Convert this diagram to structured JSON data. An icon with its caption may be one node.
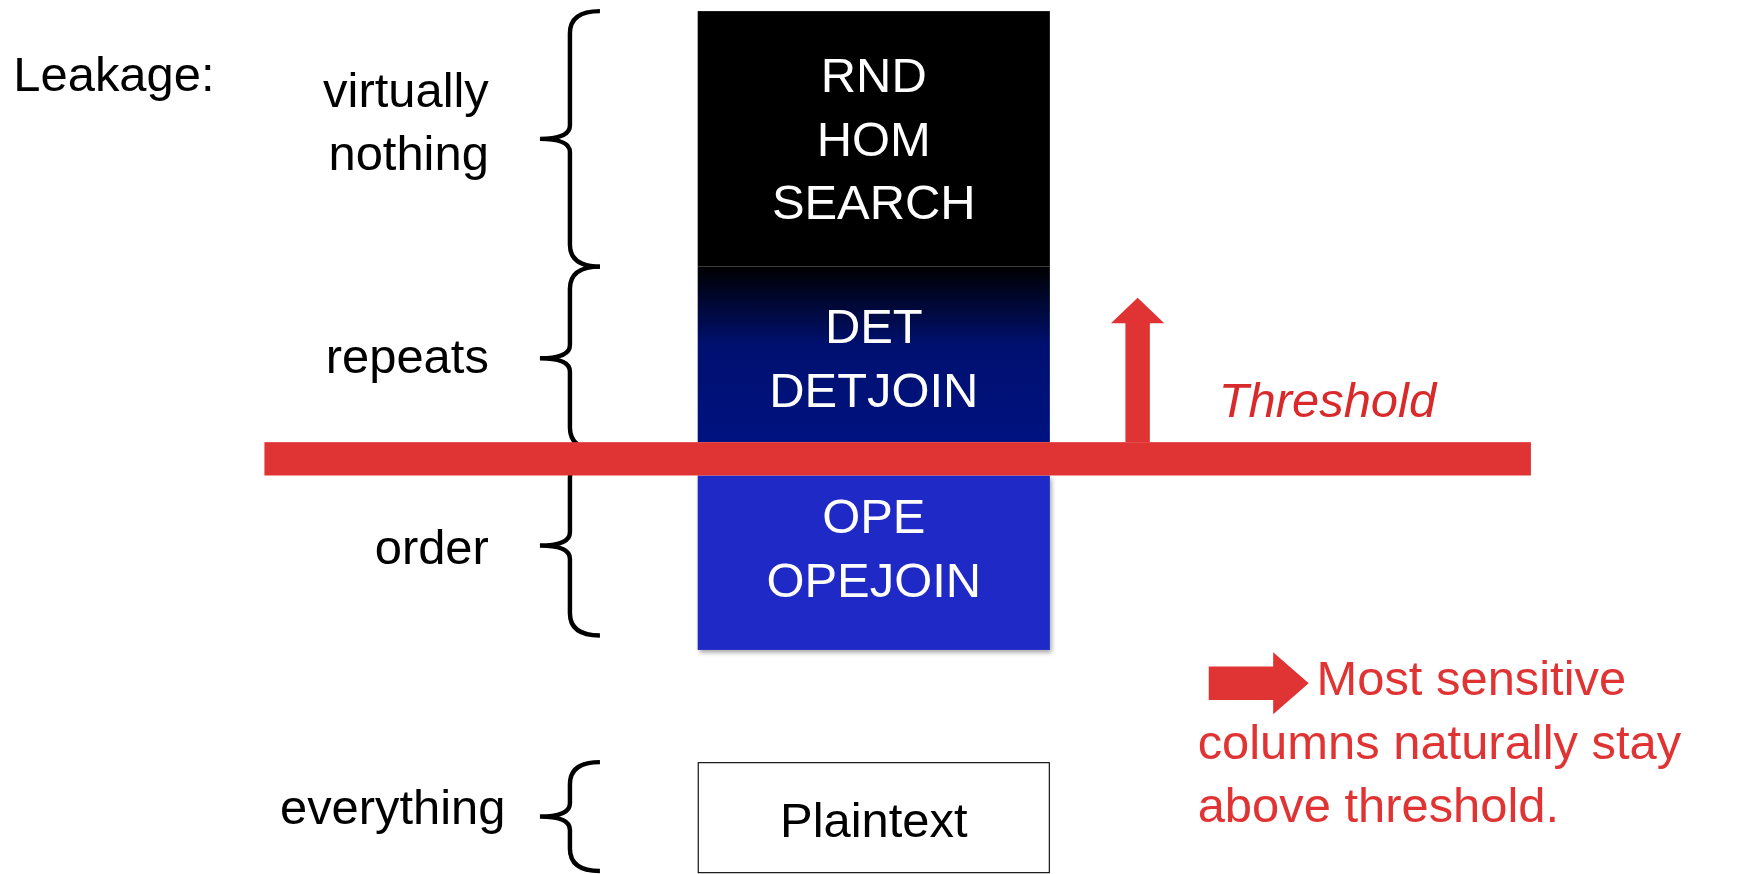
{
  "diagram": {
    "nodes": [
      {
        "text": [
          "RND HOM SEARCH"
        ]
      },
      {
        "text": [
          "DET DETJOIN"
        ]
      },
      {
        "text": [
          "OPE OPEJOIN"
        ]
      },
      {
        "text": [
          "Plaintext"
        ]
      },
      {
        "text": [],
        "shape": "bar"
      }
    ],
    "labels": [
      "Leakage:",
      "virtually nothing",
      "repeats",
      "order",
      "everything",
      "Threshold",
      "Most sensitive columns naturally stay above threshold."
    ]
  }
}
